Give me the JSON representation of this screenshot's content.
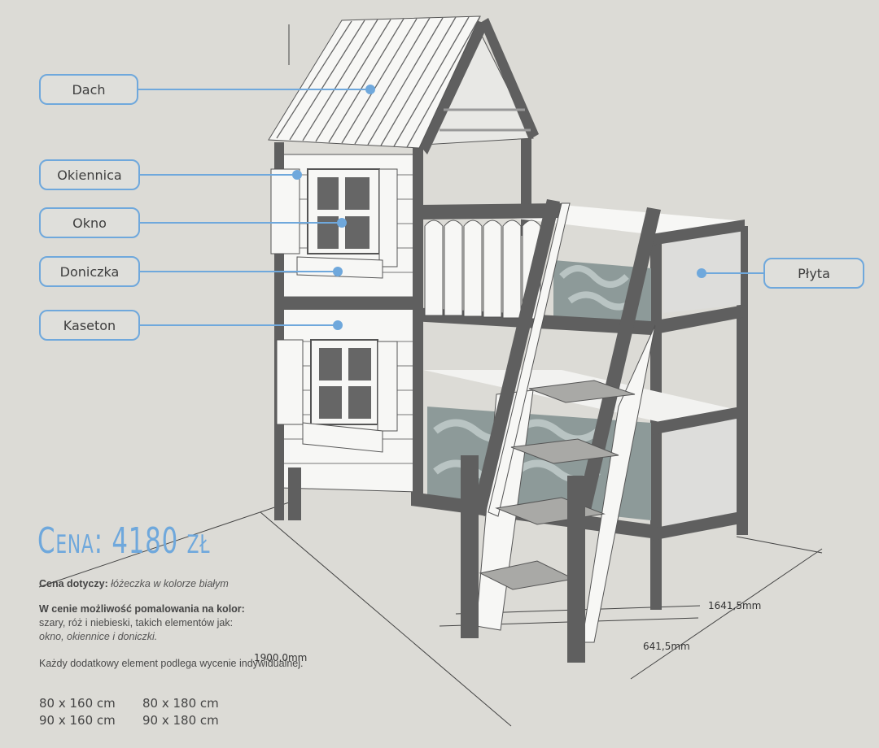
{
  "callouts": {
    "dach": "Dach",
    "okiennica": "Okiennica",
    "okno": "Okno",
    "doniczka": "Doniczka",
    "kaseton": "Kaseton",
    "plyta": "Płyta"
  },
  "price": "Cena: 4180 zł",
  "info": {
    "line1_bold": "Cena dotyczy:",
    "line1_italic": "łóżeczka w kolorze białym",
    "line2_bold": "W cenie możliwość pomalowania na kolor:",
    "line3": "szary, róż i niebieski, takich elementów jak:",
    "line4_italic": "okno, okiennice i doniczki.",
    "line5": "Każdy dodatkowy element podlega wycenie indywidualnej."
  },
  "dimensions": {
    "length": "1900,0mm",
    "width_outer": "1641,5mm",
    "width_inner": "641,5mm"
  },
  "sizes": [
    "80 x 160 cm",
    "80 x 180 cm",
    "90 x 160 cm",
    "90 x 180 cm"
  ],
  "colors": {
    "accent": "#6fa8dc",
    "frame": "#5f5f5f",
    "background": "#dcdbd6",
    "panel_white": "#f7f7f5"
  }
}
